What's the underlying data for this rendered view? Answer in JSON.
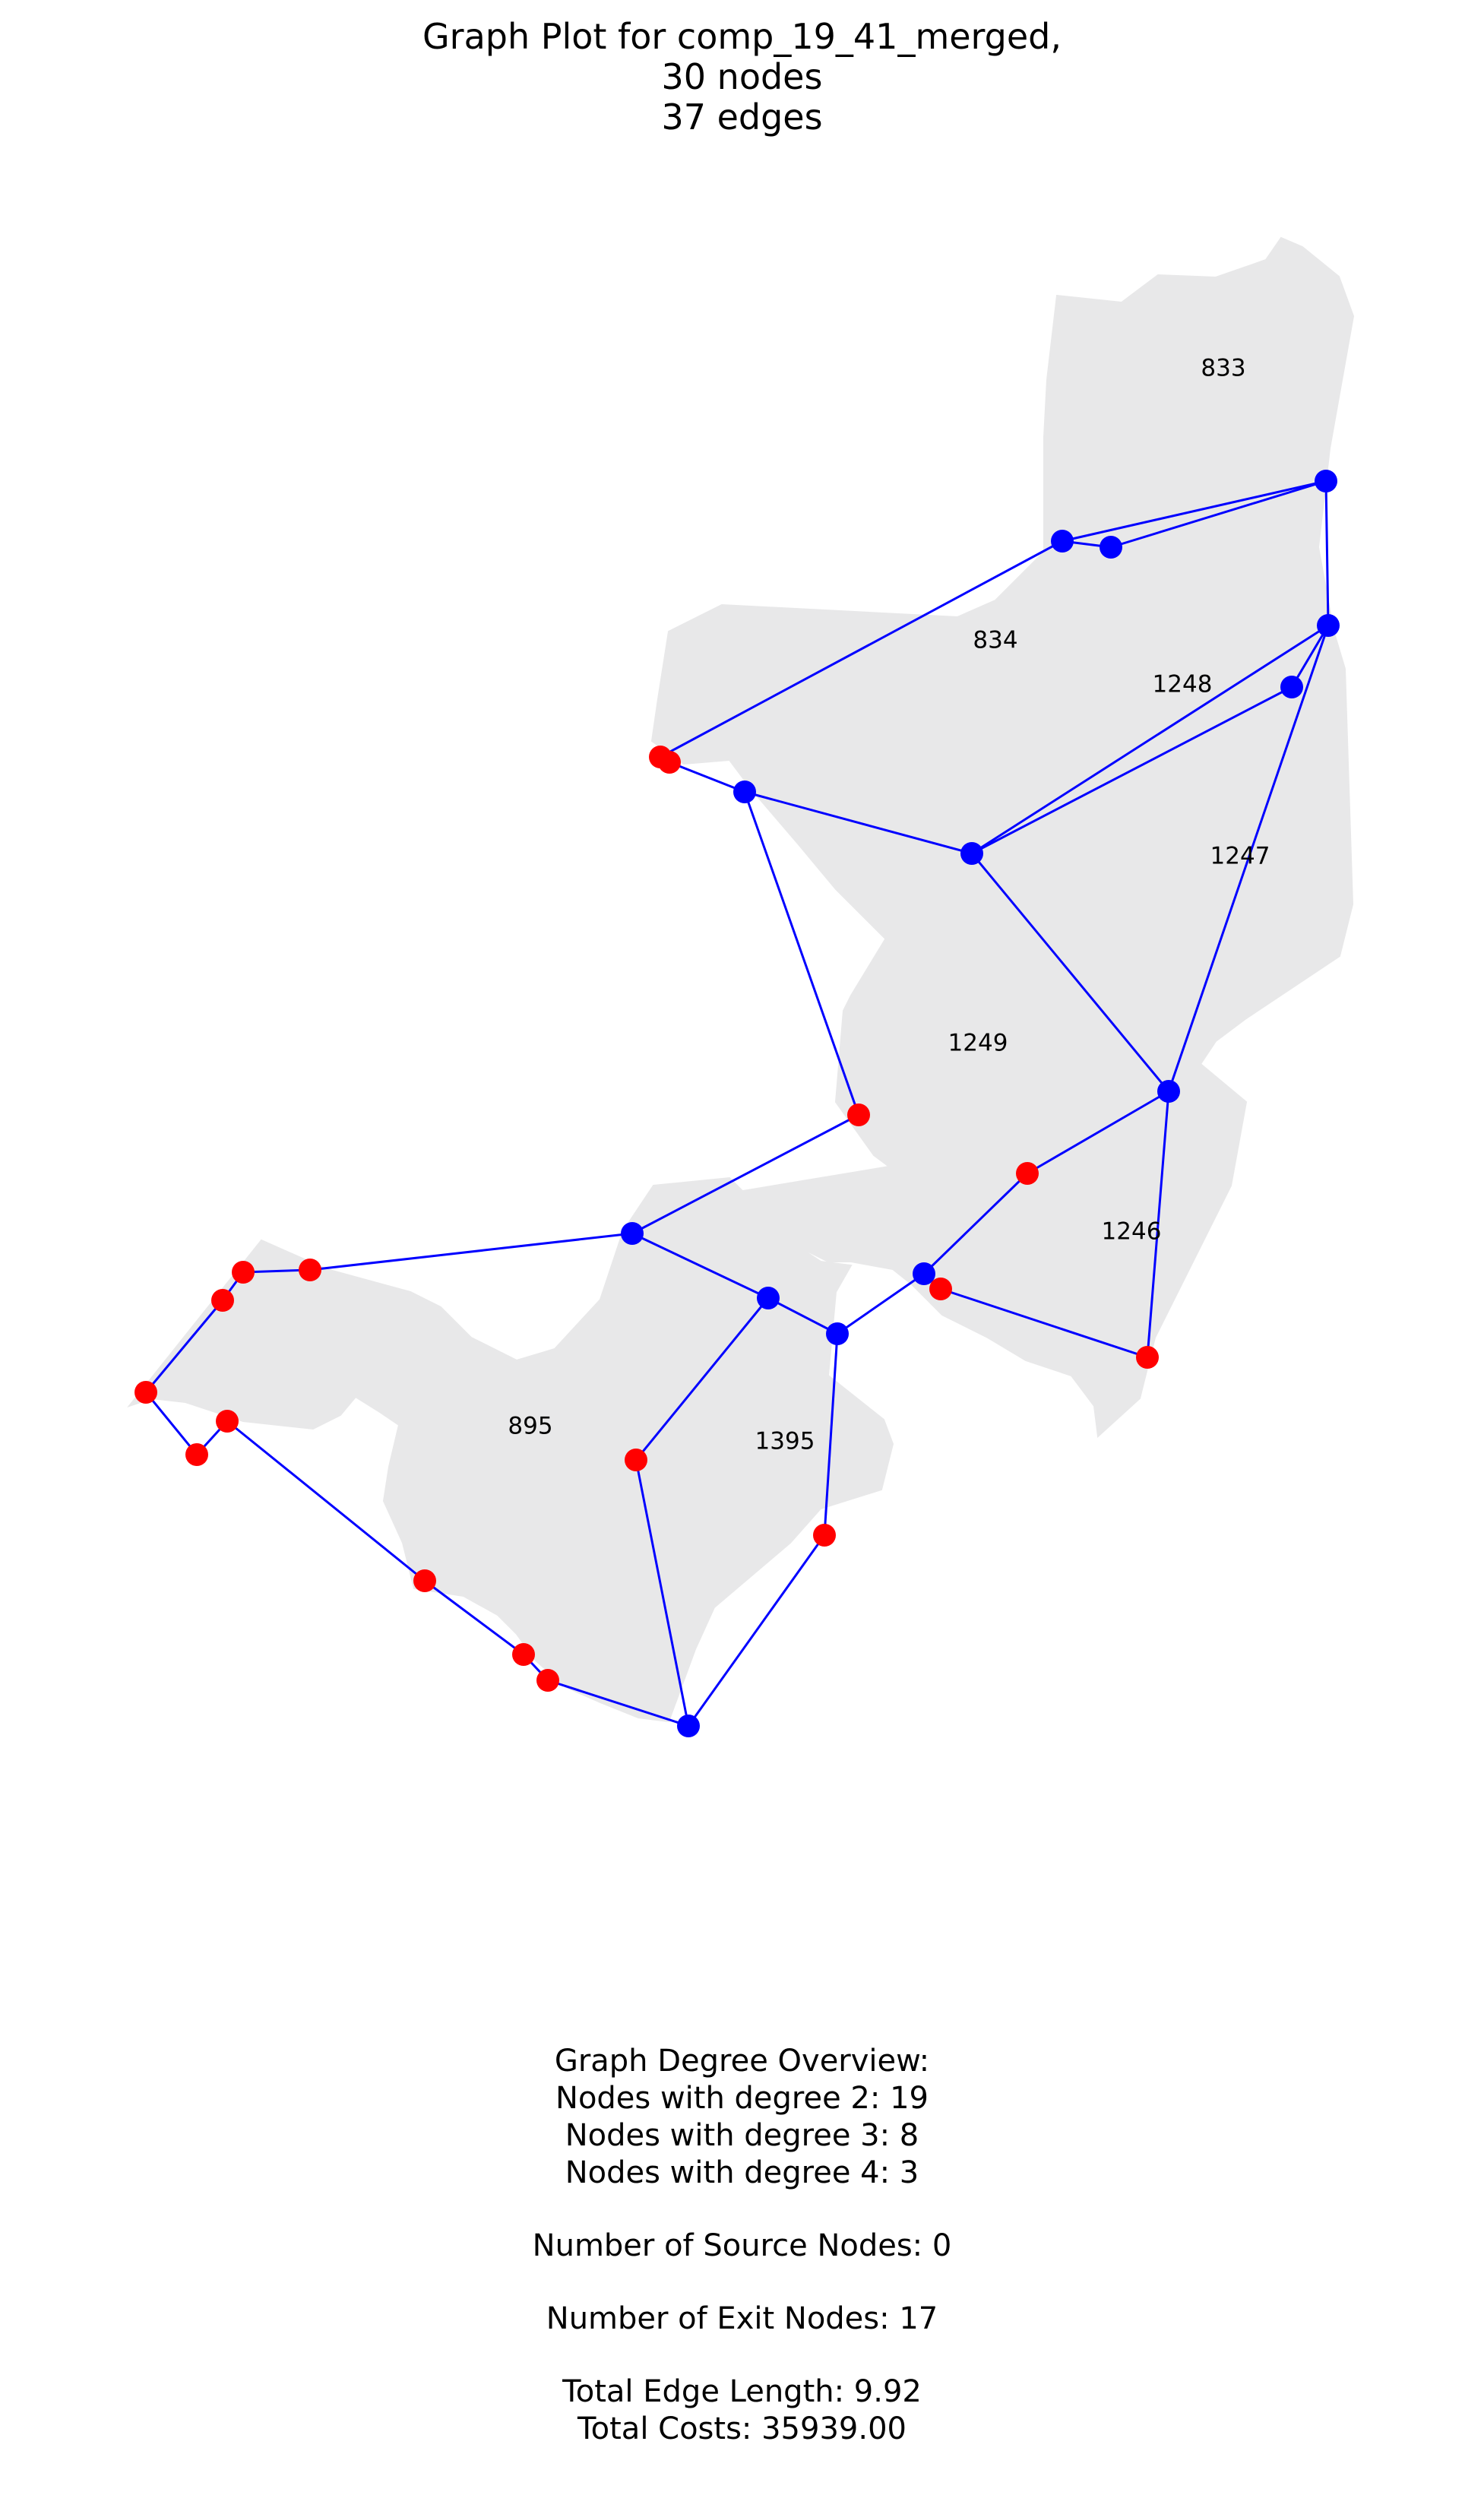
{
  "title": {
    "line1": "Graph Plot for comp_19_41_merged,",
    "line2": "30 nodes",
    "line3": "37 edges"
  },
  "colors": {
    "region_fill": "#e8e8e9",
    "edge": "#0000ff",
    "internal_node": "#0000ff",
    "exit_node": "#ff0000"
  },
  "region_labels": [
    "833",
    "834",
    "1248",
    "1247",
    "1249",
    "1246",
    "895",
    "1395"
  ],
  "stats": {
    "heading": "Graph Degree Overview:",
    "degree2": "Nodes with degree 2: 19",
    "degree3": "Nodes with degree 3: 8",
    "degree4": "Nodes with degree 4: 3",
    "sources": "Number of Source Nodes: 0",
    "exits": "Number of Exit Nodes: 17",
    "edge_length": "Total Edge Length: 9.92",
    "costs": "Total Costs: 35939.00"
  }
}
